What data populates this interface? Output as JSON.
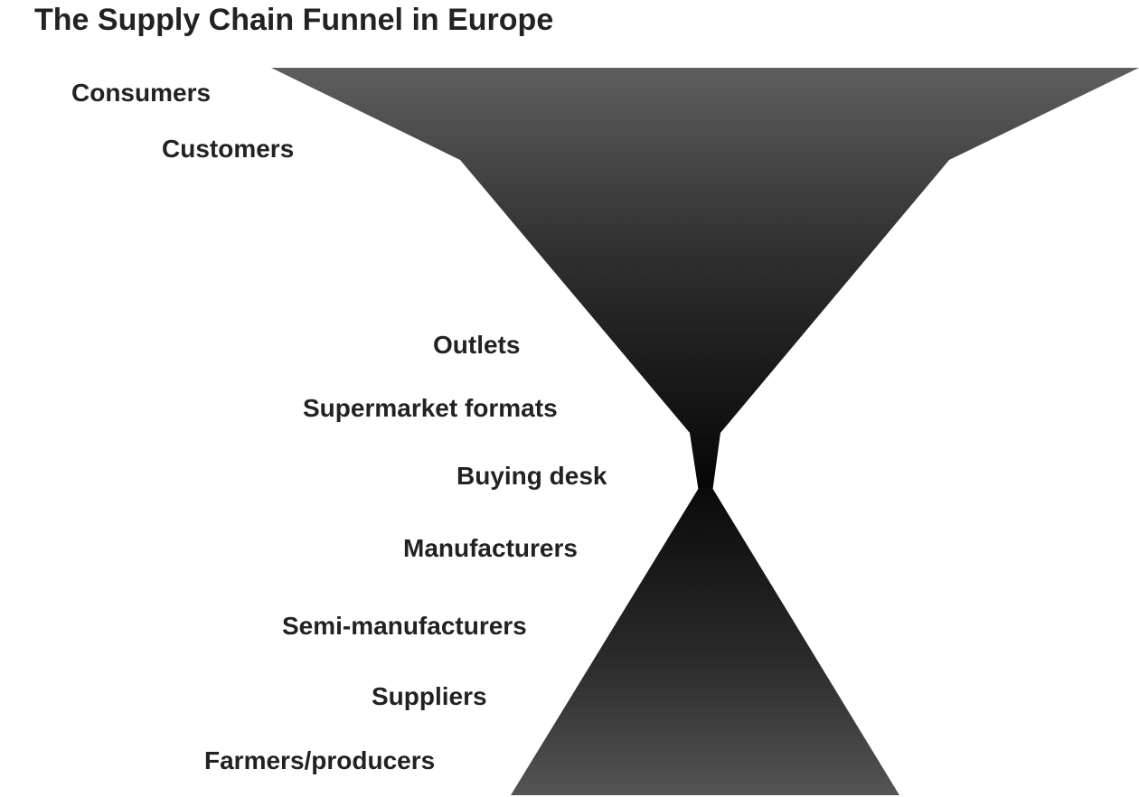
{
  "title": "The Supply Chain Funnel in Europe",
  "stages": [
    {
      "label": "Consumers"
    },
    {
      "label": "Customers"
    },
    {
      "label": "Outlets"
    },
    {
      "label": "Supermarket formats"
    },
    {
      "label": "Buying desk"
    },
    {
      "label": "Manufacturers"
    },
    {
      "label": "Semi-manufacturers"
    },
    {
      "label": "Suppliers"
    },
    {
      "label": "Farmers/producers"
    }
  ],
  "colors": {
    "funnel_edge": "#5e5e5e",
    "funnel_center": "#050505",
    "text": "#222222",
    "background": "#ffffff"
  }
}
